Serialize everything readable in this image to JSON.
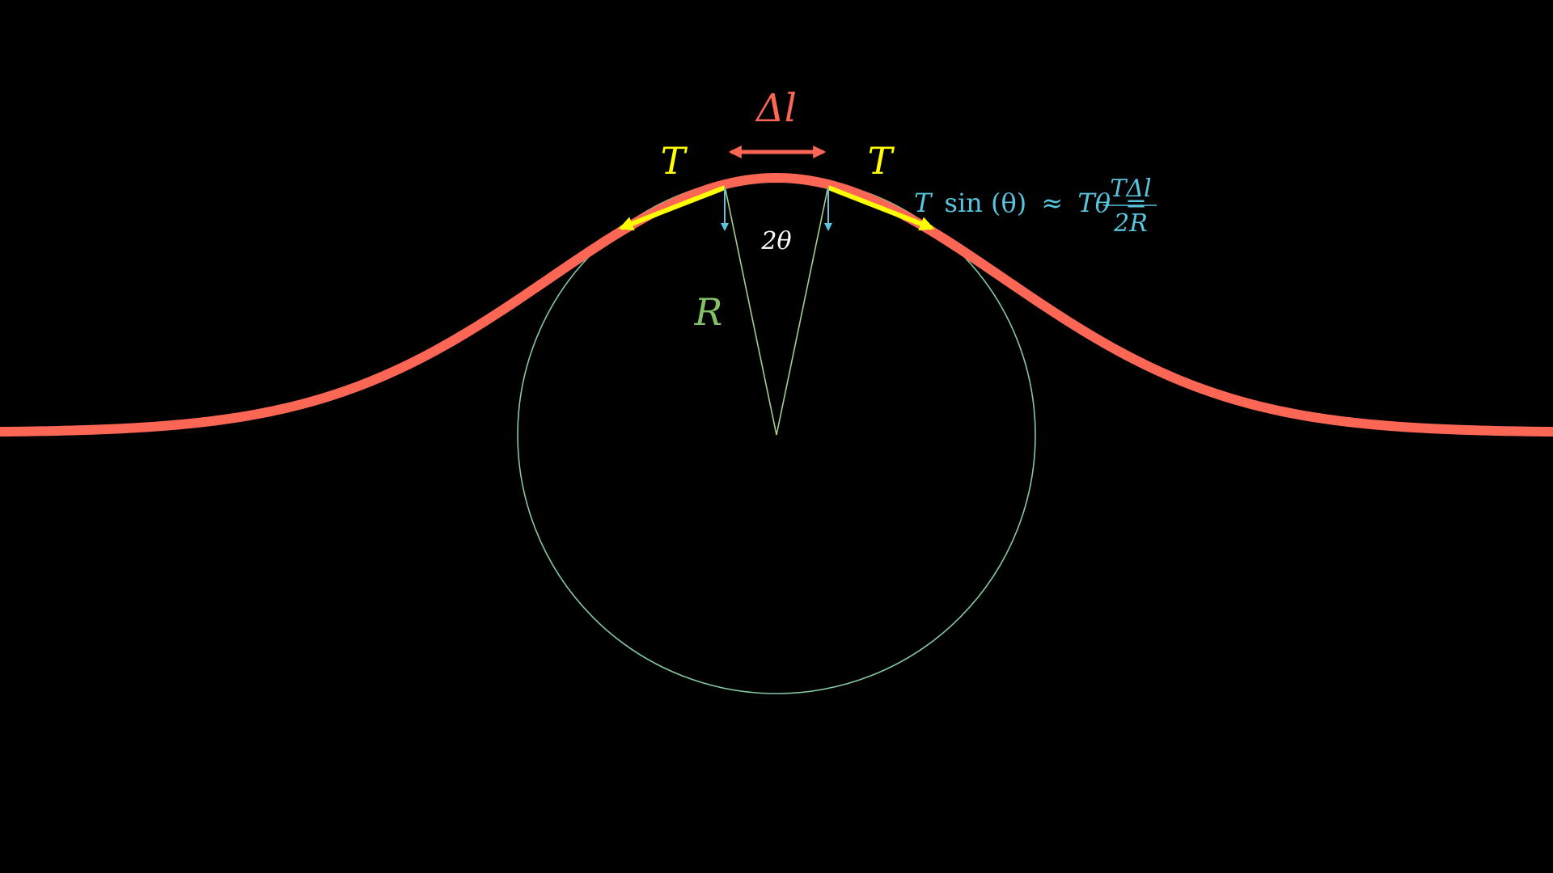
{
  "labels": {
    "delta_l": "Δl",
    "tension_left": "T",
    "tension_right": "T",
    "radius": "R",
    "angle": "2θ"
  },
  "formula": {
    "lhs_T": "T",
    "sin": "sin",
    "sin_arg": "(θ)",
    "approx": "≈",
    "rhs_T_theta": "Tθ",
    "equals": "=",
    "numerator": "TΔl",
    "denominator": "2R"
  },
  "colors": {
    "background": "#000000",
    "string": "#fc6655",
    "tension": "#ffff00",
    "circle": "#83c8a2",
    "radius_lines": "#a6cf8c",
    "radius_label": "#83c167",
    "force_component": "#58c4dd",
    "angle_label": "#ffffff"
  }
}
